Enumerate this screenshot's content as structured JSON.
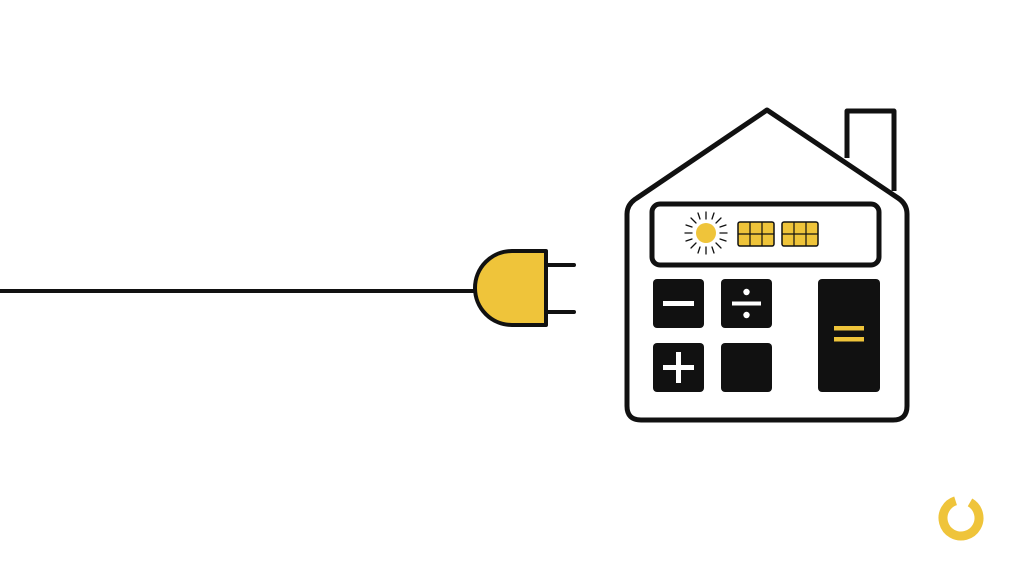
{
  "scene": {
    "background": "#ffffff",
    "ink_color": "#111111",
    "accent_color": "#EFC43A",
    "elements": {
      "cord": "power-cord",
      "plug": "electric-plug-icon",
      "house_calculator": "house-calculator-icon",
      "solar_display": [
        "sun-icon",
        "solar-panel-icon",
        "solar-panel-icon"
      ],
      "calculator_keys": [
        "minus-key",
        "divide-key",
        "plus-key",
        "blank-key",
        "equals-key"
      ],
      "brand_logo": "ring-logo-icon"
    }
  }
}
